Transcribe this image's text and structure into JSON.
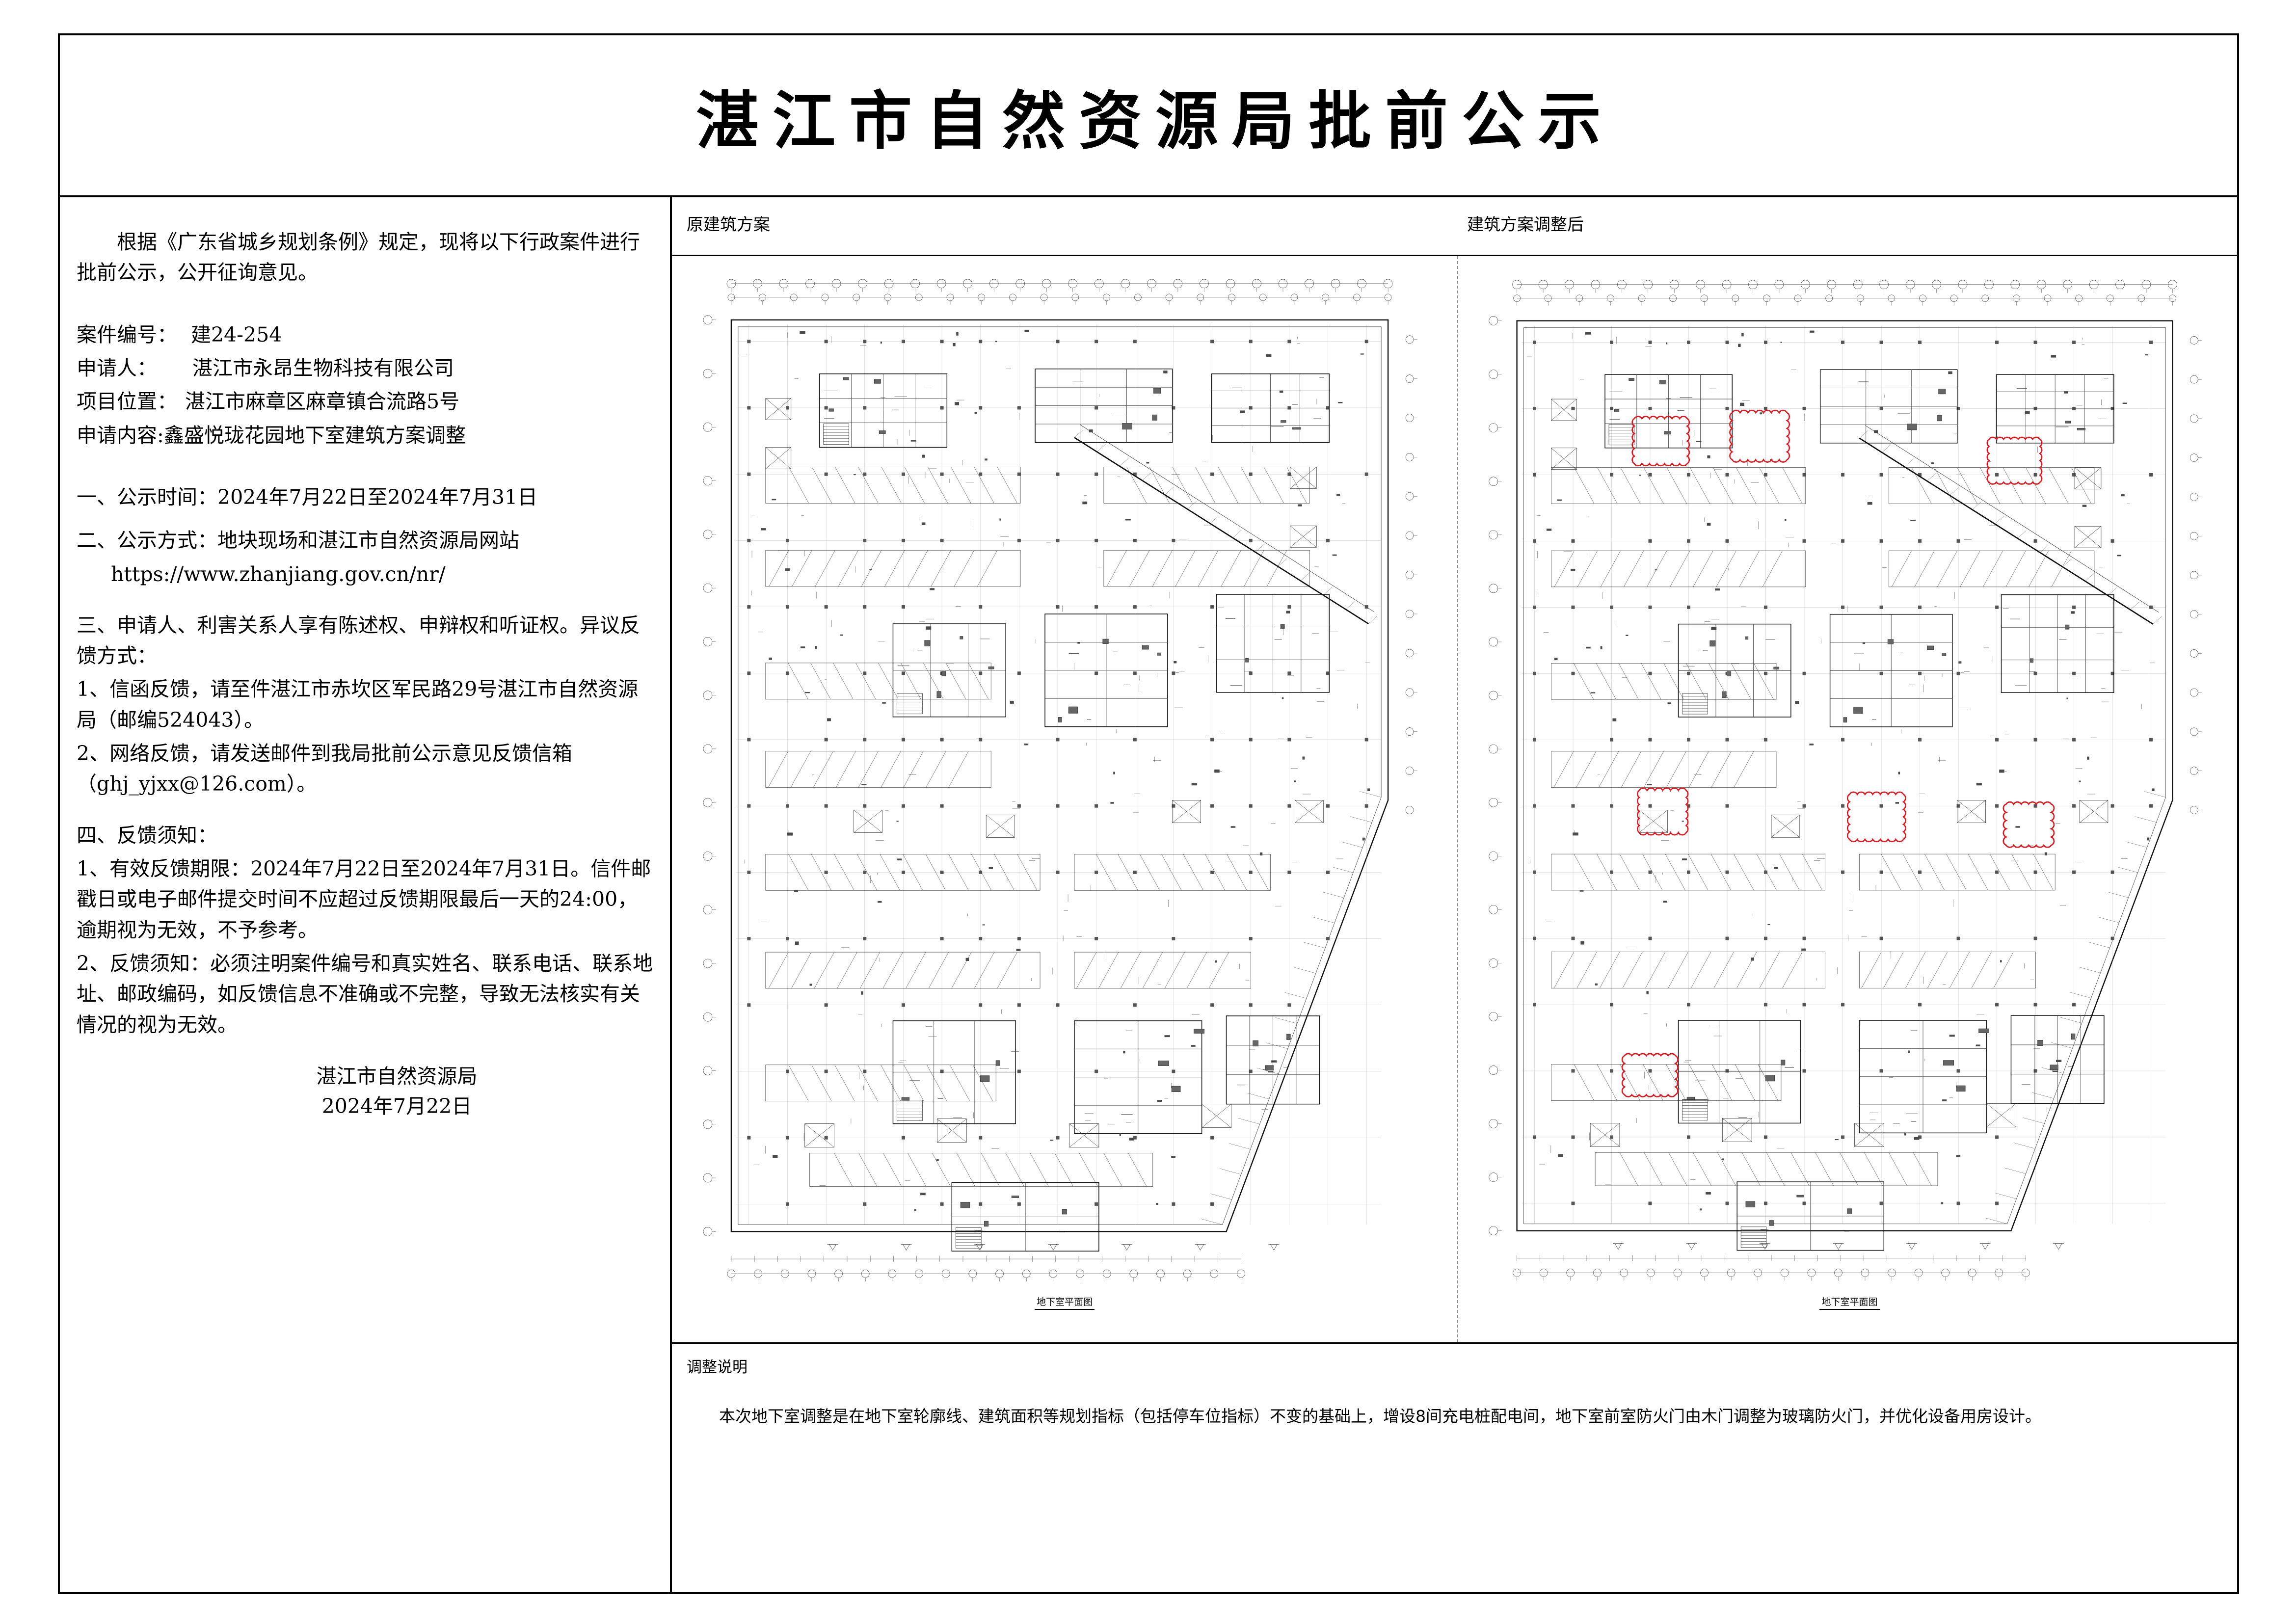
{
  "document": {
    "title": "湛江市自然资源局批前公示"
  },
  "notice": {
    "intro": "根据《广东省城乡规划条例》规定，现将以下行政案件进行批前公示，公开征询意见。",
    "fields": [
      {
        "label": "案件编号：",
        "value": "建24-254"
      },
      {
        "label": "申请人：",
        "value": "湛江市永昂生物科技有限公司"
      },
      {
        "label": "项目位置：",
        "value": "湛江市麻章区麻章镇合流路5号"
      },
      {
        "label": "申请内容:",
        "value": "鑫盛悦珑花园地下室建筑方案调整"
      }
    ],
    "section_one": "一、公示时间：2024年7月22日至2024年7月31日",
    "section_two": "二、公示方式：地块现场和湛江市自然资源局网站",
    "website": "https://www.zhanjiang.gov.cn/nr/",
    "section_three_head": "三、申请人、利害关系人享有陈述权、申辩权和听证权。异议反馈方式：",
    "section_three_items": [
      "1、信函反馈，请至件湛江市赤坎区军民路29号湛江市自然资源局（邮编524043）。",
      "2、网络反馈，请发送邮件到我局批前公示意见反馈信箱（ghj_yjxx@126.com）。"
    ],
    "section_four_head": "四、反馈须知：",
    "section_four_items": [
      "1、有效反馈期限：2024年7月22日至2024年7月31日。信件邮戳日或电子邮件提交时间不应超过反馈期限最后一天的24:00，逾期视为无效，不予参考。",
      "2、反馈须知：必须注明案件编号和真实姓名、联系电话、联系地址、邮政编码，如反馈信息不准确或不完整，导致无法核实有关情况的视为无效。"
    ],
    "signature_org": "湛江市自然资源局",
    "signature_date": "2024年7月22日"
  },
  "drawings": {
    "header_before": "原建筑方案",
    "header_after": "建筑方案调整后",
    "caption_before": "地下室平面图",
    "caption_after": "地下室平面图",
    "revision_color": "#e8121a"
  },
  "notes": {
    "title": "调整说明",
    "body": "本次地下室调整是在地下室轮廓线、建筑面积等规划指标（包括停车位指标）不变的基础上，增设8间充电桩配电间，地下室前室防火门由木门调整为玻璃防火门，并优化设备用房设计。"
  }
}
